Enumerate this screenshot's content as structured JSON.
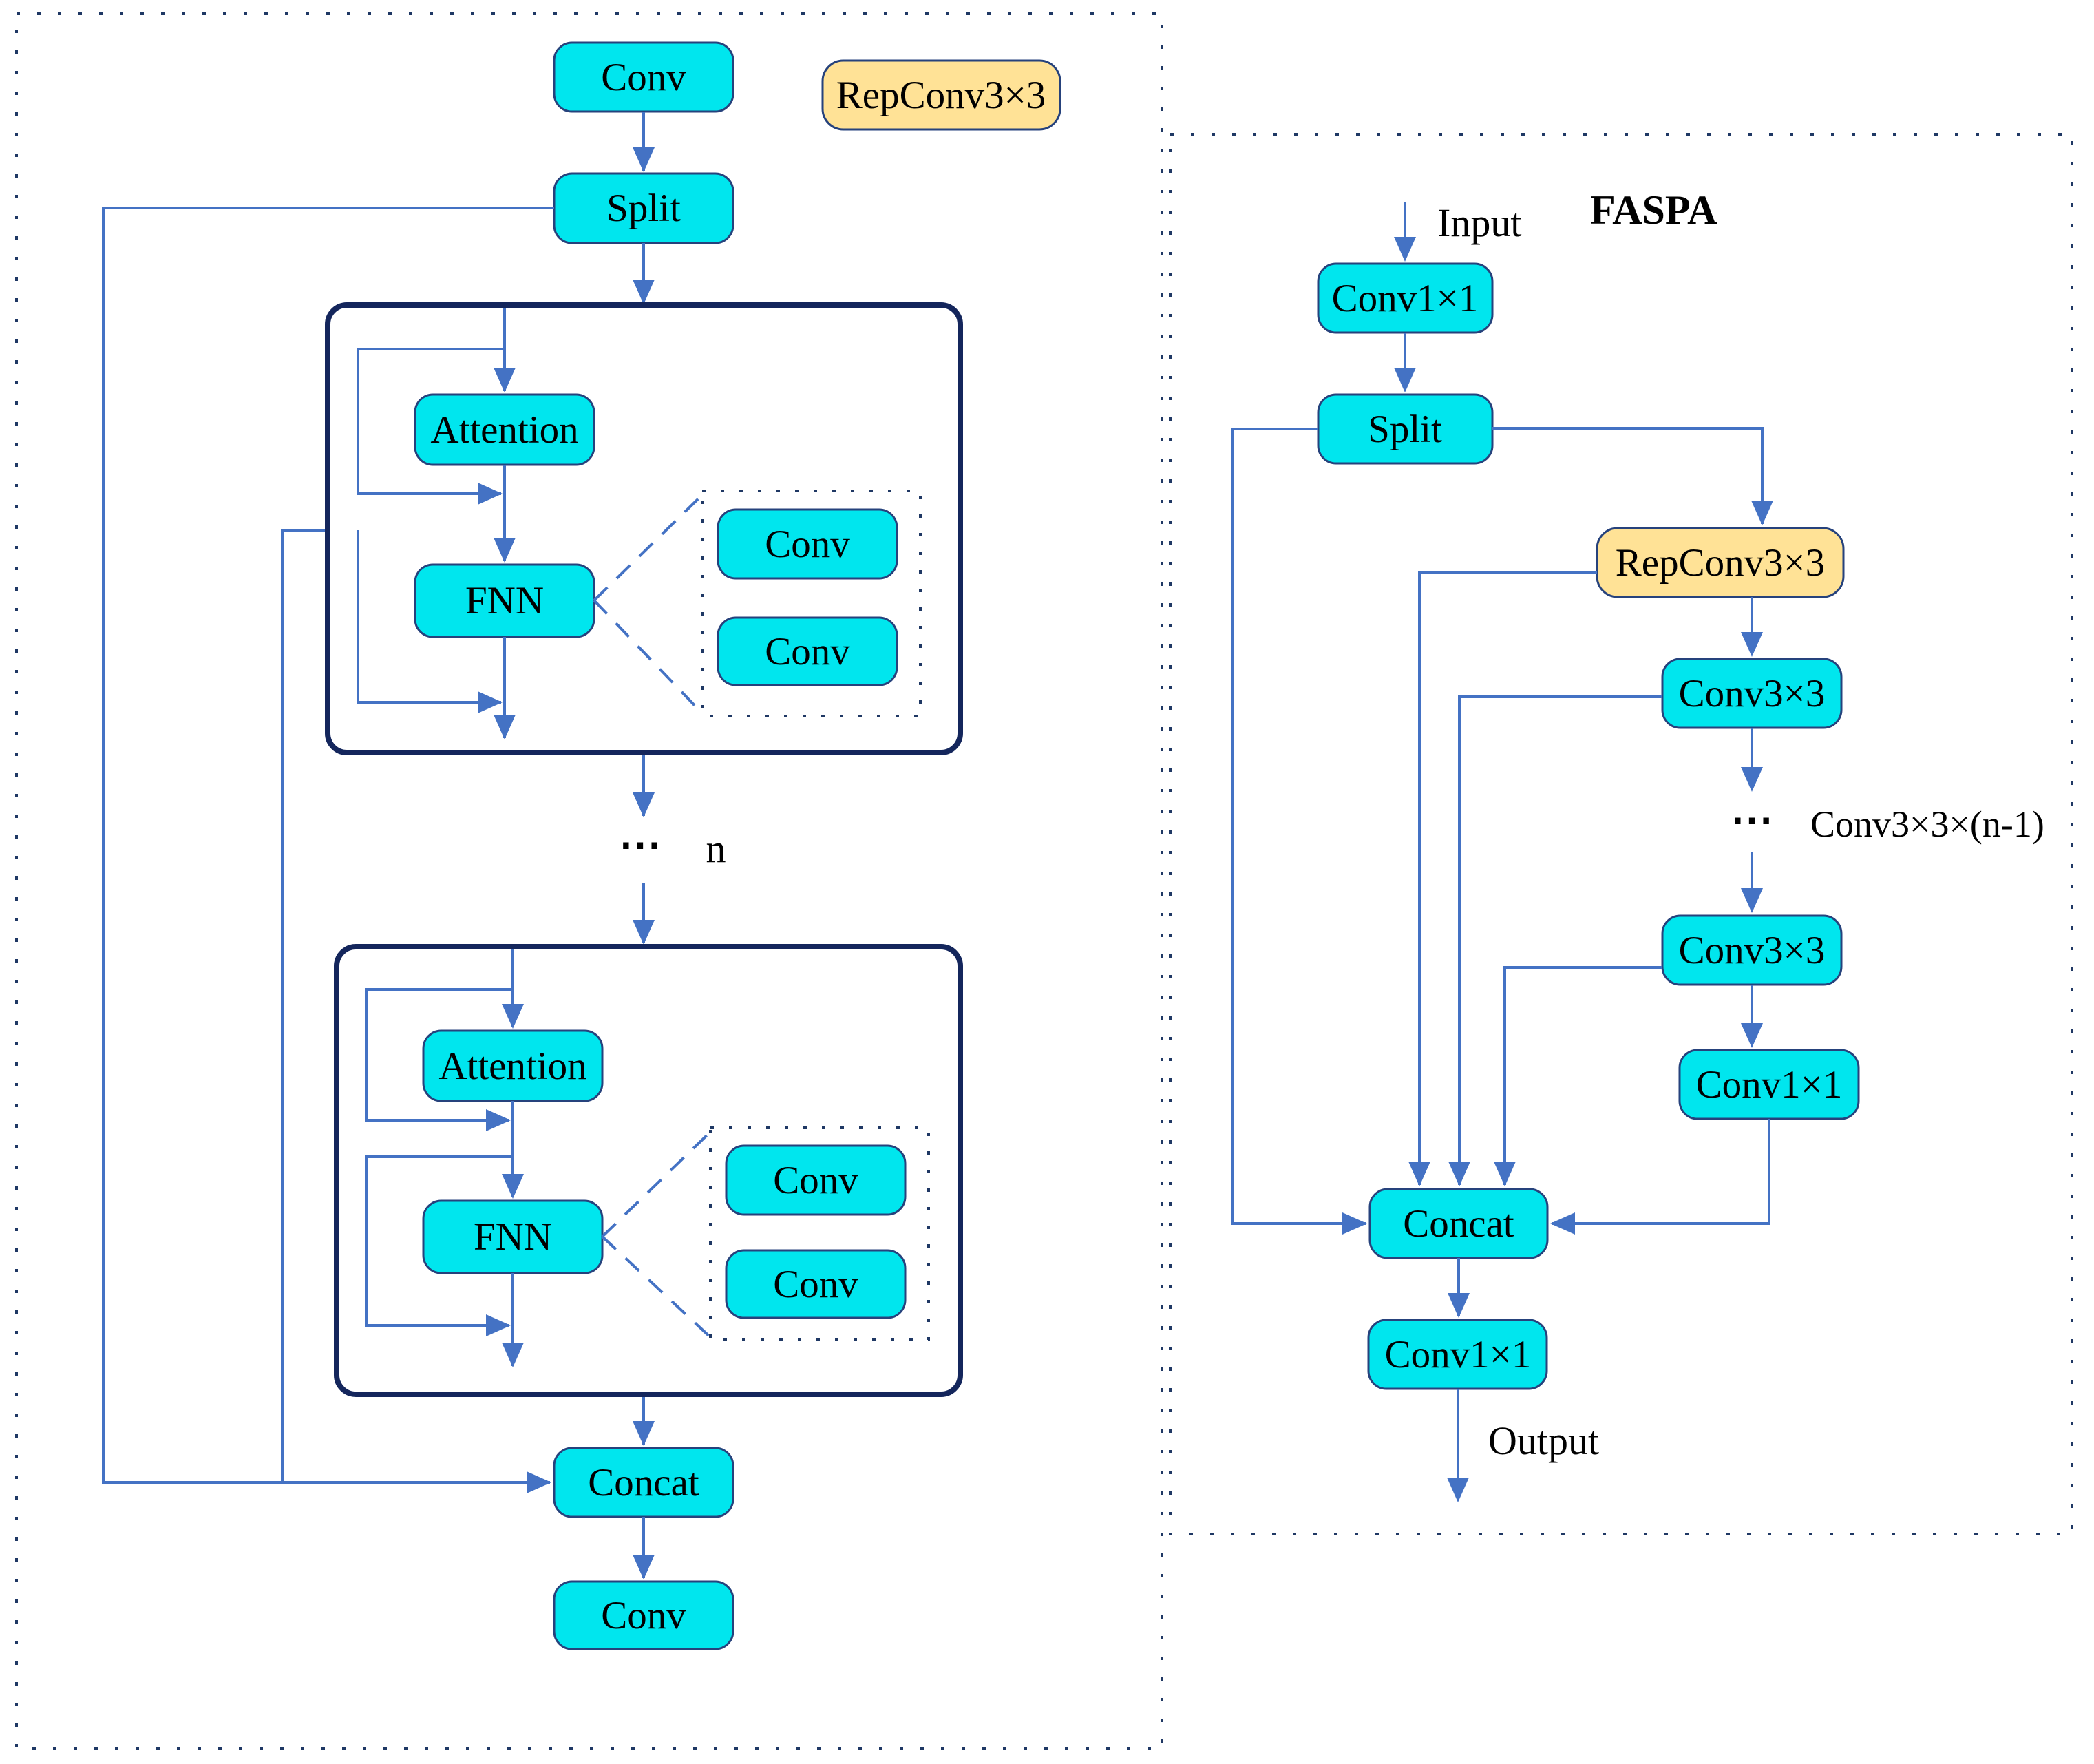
{
  "left": {
    "conv_top": "Conv",
    "repconv_badge": "RepConv3×3",
    "split": "Split",
    "block1": {
      "attention": "Attention",
      "fnn": "FNN",
      "conv_top": "Conv",
      "conv_bottom": "Conv"
    },
    "repeat": {
      "dots": "⋯",
      "count": "n"
    },
    "block2": {
      "attention": "Attention",
      "fnn": "FNN",
      "conv_top": "Conv",
      "conv_bottom": "Conv"
    },
    "concat": "Concat",
    "conv_out": "Conv"
  },
  "right": {
    "title": "FASPA",
    "input": "Input",
    "conv1x1_in": "Conv1×1",
    "split": "Split",
    "repconv": "RepConv3×3",
    "conv3x3_first": "Conv3×3",
    "dots": "⋯",
    "repeat_label": "Conv3×3×(n-1)",
    "conv3x3_last": "Conv3×3",
    "conv1x1_branch": "Conv1×1",
    "concat": "Concat",
    "conv1x1_out": "Conv1×1",
    "output": "Output"
  },
  "colors": {
    "node_fill": "#00e6ee",
    "badge_fill": "#ffe296",
    "node_stroke": "#26427c",
    "line": "#4472c4",
    "block_border": "#14265c",
    "dotted_border": "#1f3864",
    "text": "#000000"
  }
}
